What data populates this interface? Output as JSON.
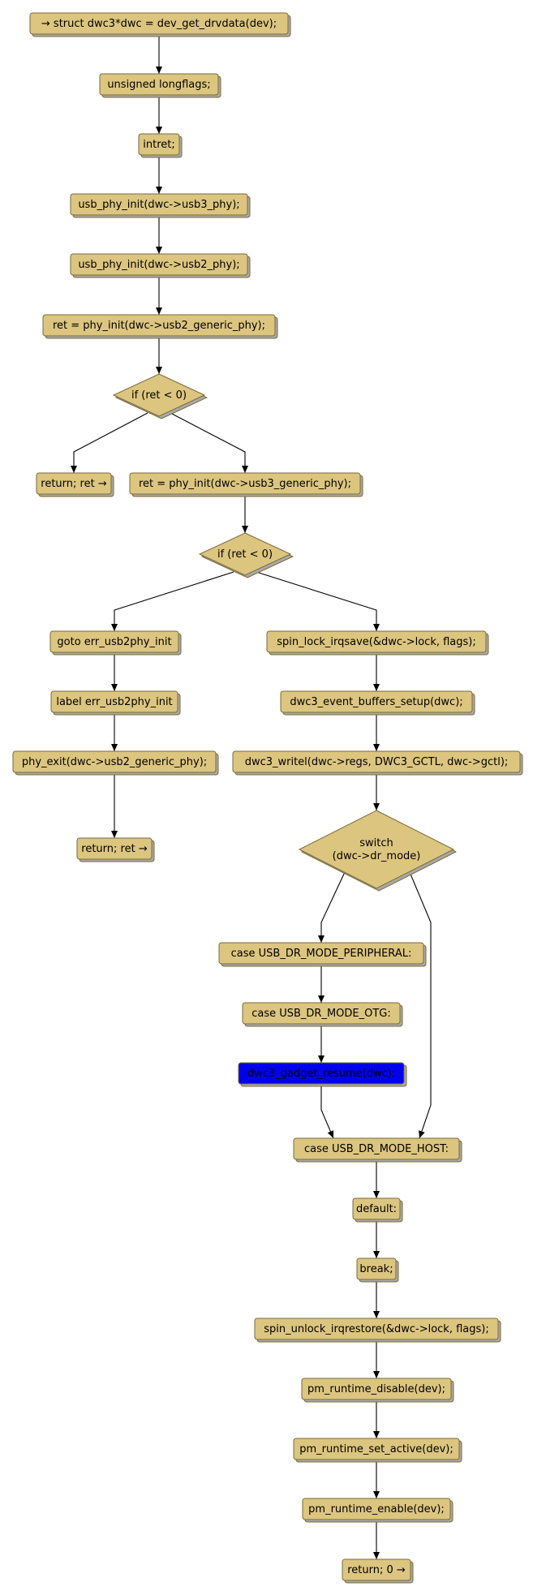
{
  "colors": {
    "node_fill": "#dcc57f",
    "node_shadow": "#a9a9a9",
    "highlight_fill": "#0000ee",
    "text": "#000000",
    "edge": "#000000"
  },
  "nodes": [
    {
      "id": "n_get_drvdata",
      "label": "→ struct dwc3*dwc = dev_get_drvdata(dev);",
      "shape": "rect"
    },
    {
      "id": "n_flags",
      "label": "unsigned longflags;",
      "shape": "rect"
    },
    {
      "id": "n_intret",
      "label": "intret;",
      "shape": "rect"
    },
    {
      "id": "n_usb3_phy",
      "label": "usb_phy_init(dwc->usb3_phy);",
      "shape": "rect"
    },
    {
      "id": "n_usb2_phy",
      "label": "usb_phy_init(dwc->usb2_phy);",
      "shape": "rect"
    },
    {
      "id": "n_ret_usb2_generic",
      "label": "ret = phy_init(dwc->usb2_generic_phy);",
      "shape": "rect"
    },
    {
      "id": "n_if1",
      "label": "if (ret < 0)",
      "shape": "diamond"
    },
    {
      "id": "n_return_ret1",
      "label": "return; ret →",
      "shape": "rect"
    },
    {
      "id": "n_ret_usb3_generic",
      "label": "ret = phy_init(dwc->usb3_generic_phy);",
      "shape": "rect"
    },
    {
      "id": "n_if2",
      "label": "if (ret < 0)",
      "shape": "diamond"
    },
    {
      "id": "n_goto",
      "label": "goto err_usb2phy_init",
      "shape": "rect"
    },
    {
      "id": "n_label",
      "label": "label err_usb2phy_init",
      "shape": "rect"
    },
    {
      "id": "n_phy_exit",
      "label": "phy_exit(dwc->usb2_generic_phy);",
      "shape": "rect"
    },
    {
      "id": "n_return_ret2",
      "label": "return; ret →",
      "shape": "rect"
    },
    {
      "id": "n_spin_lock",
      "label": "spin_lock_irqsave(&dwc->lock, flags);",
      "shape": "rect"
    },
    {
      "id": "n_event_buffers",
      "label": "dwc3_event_buffers_setup(dwc);",
      "shape": "rect"
    },
    {
      "id": "n_writel",
      "label": "dwc3_writel(dwc->regs, DWC3_GCTL, dwc->gctl);",
      "shape": "rect"
    },
    {
      "id": "n_switch",
      "label": "switch\n(dwc->dr_mode)",
      "shape": "diamond"
    },
    {
      "id": "n_case_peripheral",
      "label": "case USB_DR_MODE_PERIPHERAL:",
      "shape": "rect"
    },
    {
      "id": "n_case_otg",
      "label": "case USB_DR_MODE_OTG:",
      "shape": "rect"
    },
    {
      "id": "n_gadget_resume",
      "label": "dwc3_gadget_resume(dwc);",
      "shape": "rect",
      "highlight": true
    },
    {
      "id": "n_case_host",
      "label": "case USB_DR_MODE_HOST:",
      "shape": "rect"
    },
    {
      "id": "n_default",
      "label": "default:",
      "shape": "rect"
    },
    {
      "id": "n_break",
      "label": "break;",
      "shape": "rect"
    },
    {
      "id": "n_spin_unlock",
      "label": "spin_unlock_irqrestore(&dwc->lock, flags);",
      "shape": "rect"
    },
    {
      "id": "n_pm_disable",
      "label": "pm_runtime_disable(dev);",
      "shape": "rect"
    },
    {
      "id": "n_pm_set_active",
      "label": "pm_runtime_set_active(dev);",
      "shape": "rect"
    },
    {
      "id": "n_pm_enable",
      "label": "pm_runtime_enable(dev);",
      "shape": "rect"
    },
    {
      "id": "n_return_0",
      "label": "return; 0 →",
      "shape": "rect"
    }
  ],
  "edges": [
    {
      "from": "n_get_drvdata",
      "to": "n_flags"
    },
    {
      "from": "n_flags",
      "to": "n_intret"
    },
    {
      "from": "n_intret",
      "to": "n_usb3_phy"
    },
    {
      "from": "n_usb3_phy",
      "to": "n_usb2_phy"
    },
    {
      "from": "n_usb2_phy",
      "to": "n_ret_usb2_generic"
    },
    {
      "from": "n_ret_usb2_generic",
      "to": "n_if1"
    },
    {
      "from": "n_if1",
      "to": "n_return_ret1"
    },
    {
      "from": "n_if1",
      "to": "n_ret_usb3_generic"
    },
    {
      "from": "n_ret_usb3_generic",
      "to": "n_if2"
    },
    {
      "from": "n_if2",
      "to": "n_goto"
    },
    {
      "from": "n_if2",
      "to": "n_spin_lock"
    },
    {
      "from": "n_goto",
      "to": "n_label"
    },
    {
      "from": "n_label",
      "to": "n_phy_exit"
    },
    {
      "from": "n_phy_exit",
      "to": "n_return_ret2"
    },
    {
      "from": "n_spin_lock",
      "to": "n_event_buffers"
    },
    {
      "from": "n_event_buffers",
      "to": "n_writel"
    },
    {
      "from": "n_writel",
      "to": "n_switch"
    },
    {
      "from": "n_switch",
      "to": "n_case_peripheral"
    },
    {
      "from": "n_switch",
      "to": "n_case_host"
    },
    {
      "from": "n_case_peripheral",
      "to": "n_case_otg"
    },
    {
      "from": "n_case_otg",
      "to": "n_gadget_resume"
    },
    {
      "from": "n_gadget_resume",
      "to": "n_case_host"
    },
    {
      "from": "n_case_host",
      "to": "n_default"
    },
    {
      "from": "n_default",
      "to": "n_break"
    },
    {
      "from": "n_break",
      "to": "n_spin_unlock"
    },
    {
      "from": "n_spin_unlock",
      "to": "n_pm_disable"
    },
    {
      "from": "n_pm_disable",
      "to": "n_pm_set_active"
    },
    {
      "from": "n_pm_set_active",
      "to": "n_pm_enable"
    },
    {
      "from": "n_pm_enable",
      "to": "n_return_0"
    }
  ]
}
